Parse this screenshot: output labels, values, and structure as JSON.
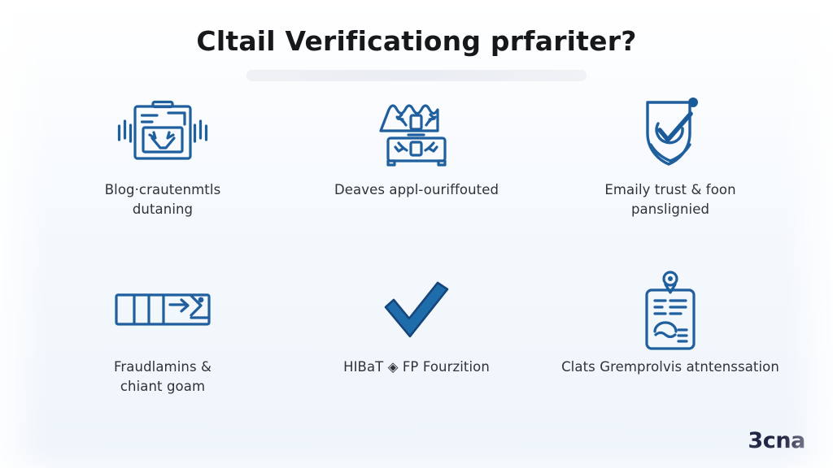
{
  "header": {
    "title": "Cltail Verificationg prfariter?",
    "subtitle_placeholder": ""
  },
  "colors": {
    "background_top": "#ffffff",
    "background_bottom": "#eef4fb",
    "icon_blue": "#1f5f9e",
    "icon_blue_dark": "#17457a",
    "title_text": "#17181c",
    "label_text": "#2f3338",
    "brand_navy": "#232544",
    "subtitle_bar": "#e9ecf2"
  },
  "items": [
    {
      "icon": "broadcast-document-icon",
      "label": "Blog·crautenmtls dutaning",
      "line1": "Blog·crautenmtls",
      "line2": "dutaning"
    },
    {
      "icon": "server-stack-icon",
      "label": "Deaves appl-ouriffouted",
      "line1": "Deaves appl-ouriffouted",
      "line2": ""
    },
    {
      "icon": "shield-check-icon",
      "label": "Emaily trust & foon panslignied",
      "line1": "Emaily trust & foon",
      "line2": "panslignied"
    },
    {
      "icon": "segmented-bar-icon",
      "label": "Fraudlamins & chiant goam",
      "line1": "Fraudlamins &",
      "line2": "chiant goam"
    },
    {
      "icon": "checkmark-icon",
      "label": "HIBaT ◈ FP Fourzition",
      "line1": "HIBaT ◈ FP Fourzition",
      "line2": ""
    },
    {
      "icon": "id-badge-icon",
      "label": "Clats Gremprolvis atntenssation",
      "line1": "Clats Gremprolvis atntenssation",
      "line2": ""
    }
  ],
  "brand": {
    "name": "3cna"
  }
}
